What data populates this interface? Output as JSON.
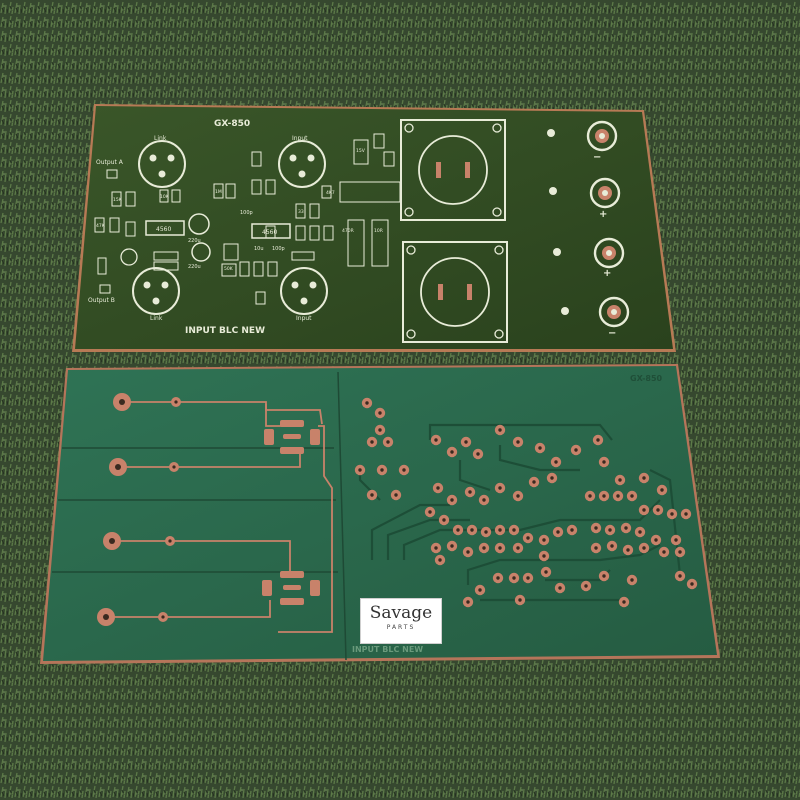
{
  "colors": {
    "grass": "#36482f",
    "top_board": "#2f4a22",
    "bottom_board": "#2b6a4c",
    "copper": "#c8826a",
    "silkscreen": "#e8ecd8"
  },
  "top_board": {
    "model": "GX-850",
    "board_name": "INPUT BLC NEW",
    "labels": {
      "link_top": "Link",
      "input_top": "Input",
      "link_bottom": "Link",
      "input_bottom": "Input",
      "output_a": "Output A",
      "output_b": "Output B",
      "ic1": "4560",
      "ic2": "4560",
      "cap_100p_1": "100p",
      "cap_100p_2": "100p",
      "cap_220u_1": "220u",
      "cap_220u_2": "220u",
      "res_10k": "10K",
      "res_15k": "15K",
      "res_47k": "47K",
      "res_1m": "1M",
      "res_33": "33",
      "res_470r": "470R",
      "res_10r": "10R",
      "cap_10u": "10u",
      "zener": "15V",
      "res_4k7": "4K7",
      "pot": "50K"
    },
    "terminal_signs": [
      "−",
      "+",
      "+",
      "−"
    ]
  },
  "bottom_board": {
    "model": "GX-850",
    "board_name": "INPUT BLC NEW"
  },
  "watermark": {
    "main": "Savage",
    "sub": "PARTS"
  }
}
